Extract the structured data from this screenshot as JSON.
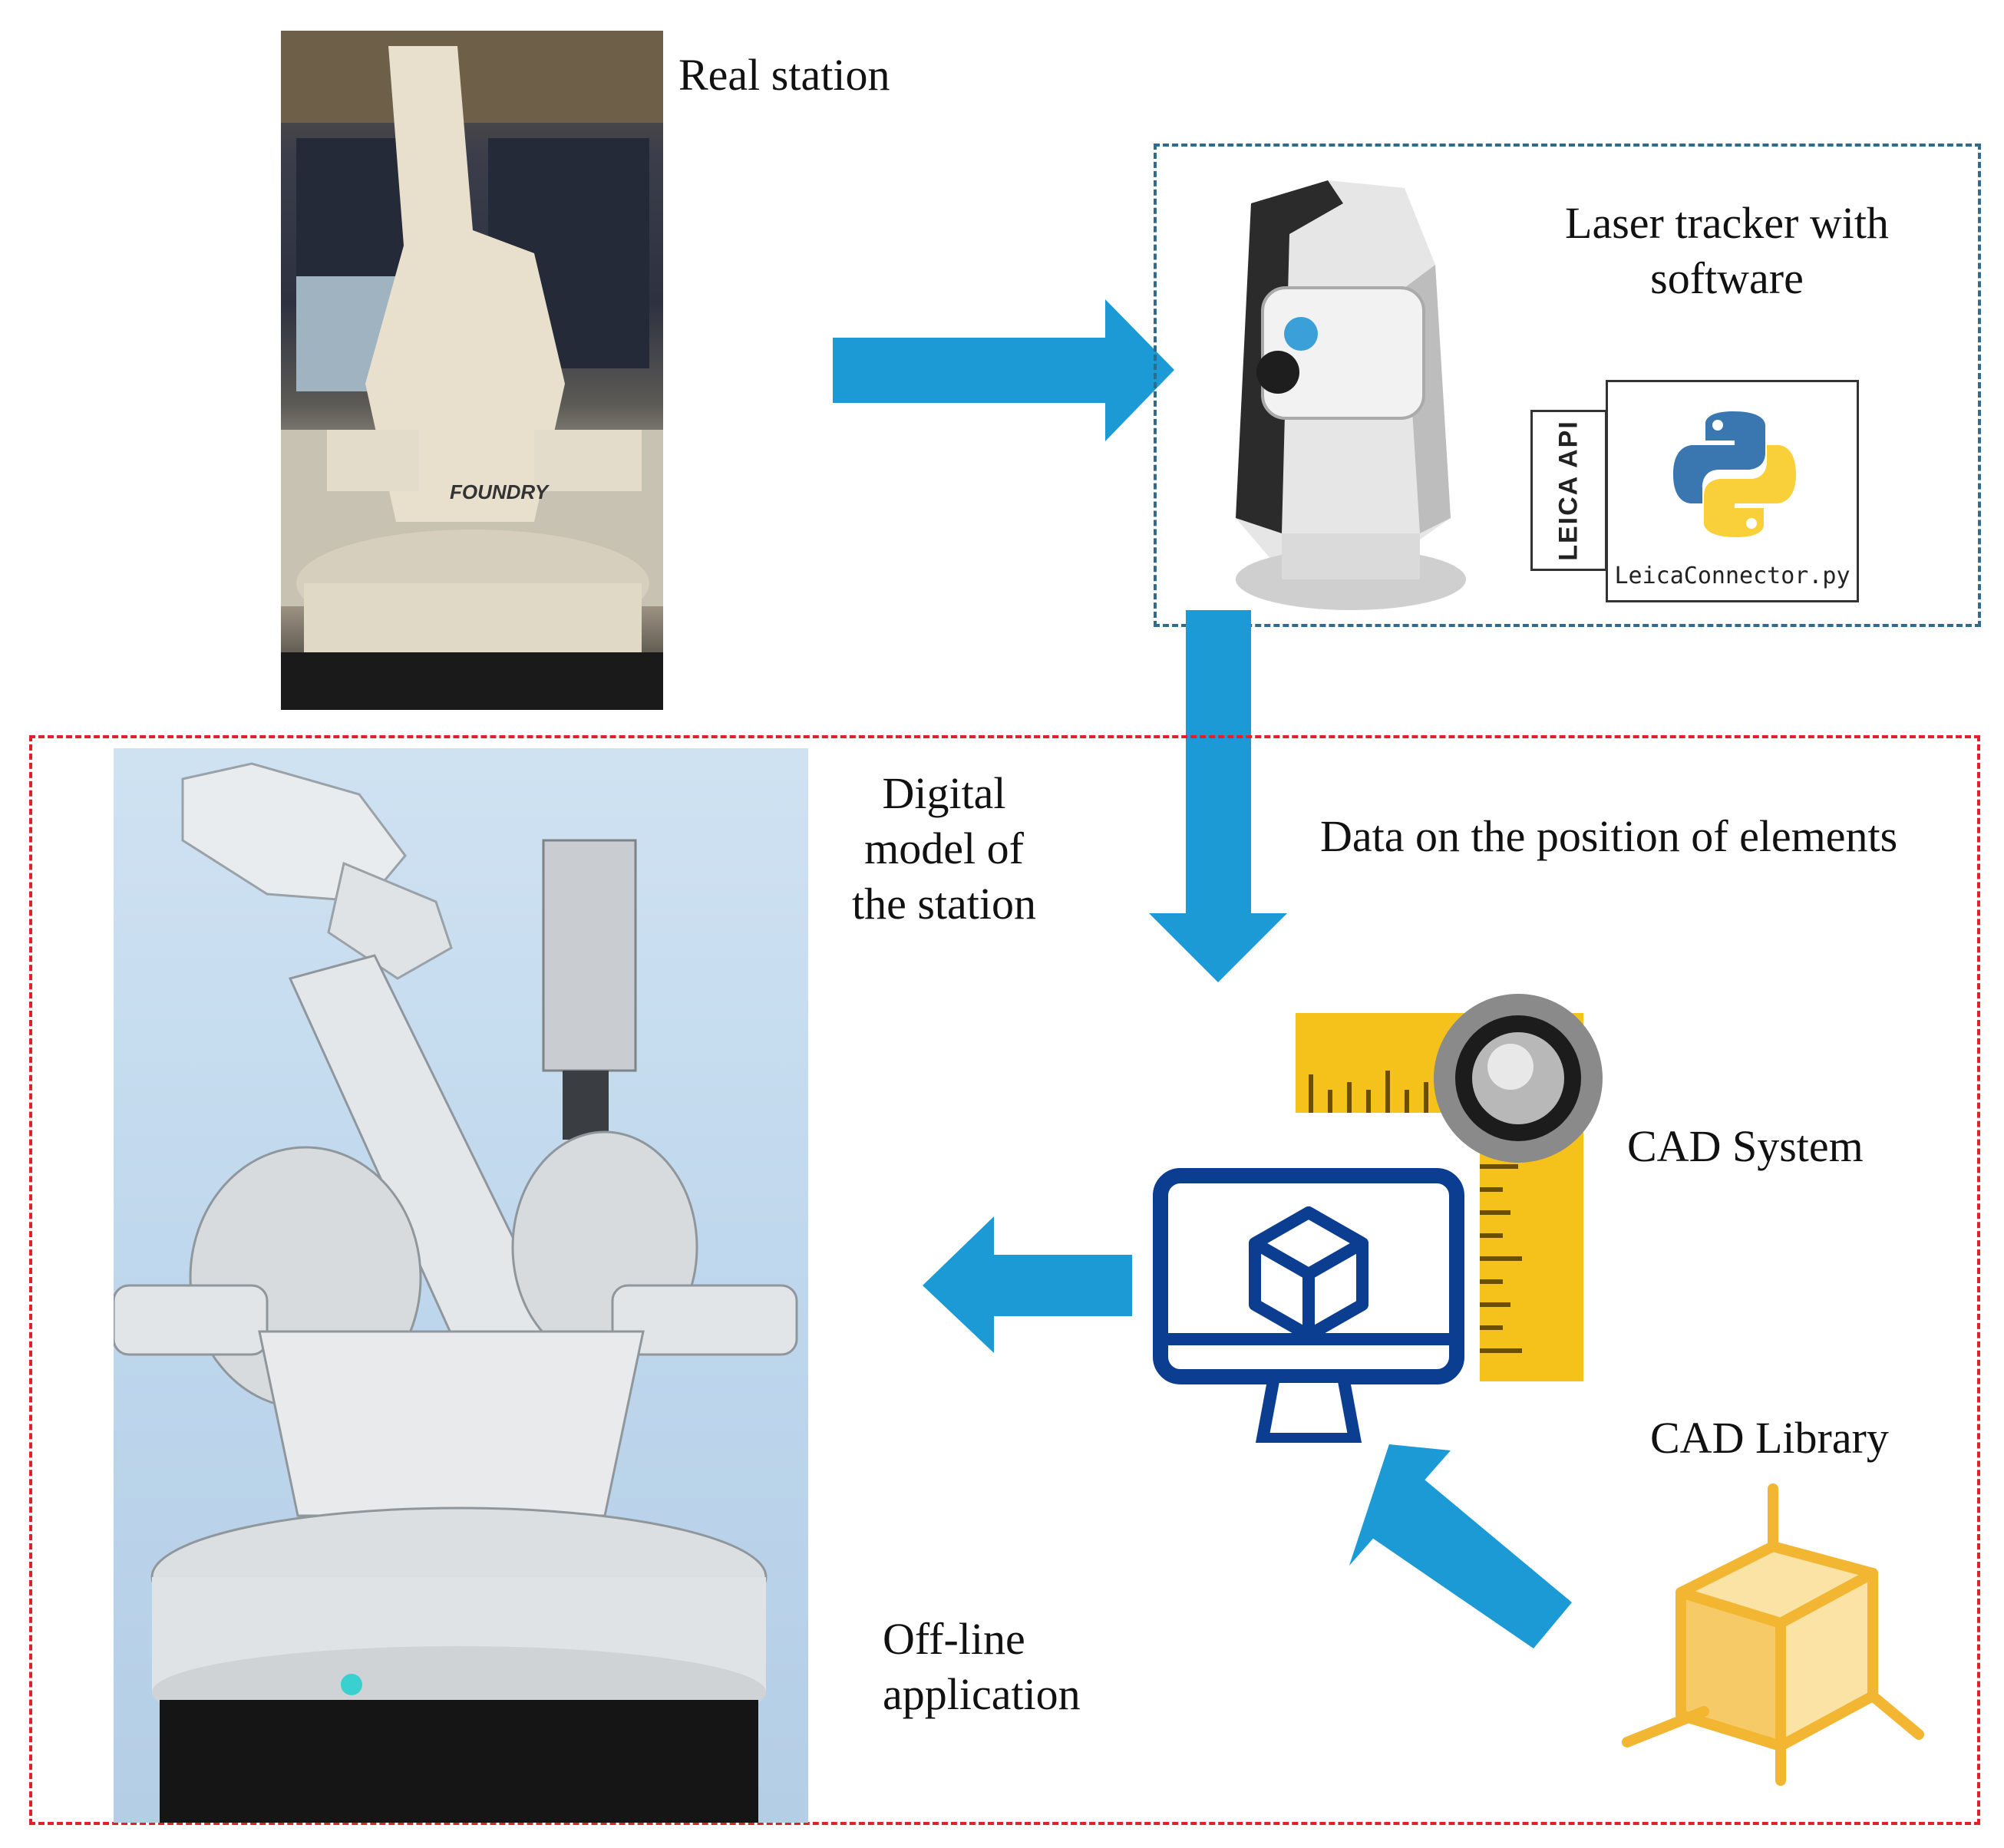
{
  "labels": {
    "real_station": "Real station",
    "laser_tracker_line1": "Laser tracker with",
    "laser_tracker_line2": "software",
    "leica_api": "LEICA API",
    "leica_connector": "LeicaConnector.py",
    "digital_model_line1": "Digital",
    "digital_model_line2": "model of",
    "digital_model_line3": "the station",
    "data_position": "Data on the position of elements",
    "cad_system": "CAD System",
    "cad_library": "CAD Library",
    "offline_line1": "Off-line",
    "offline_line2": "application",
    "robot_brand": "FOUNDRY"
  },
  "colors": {
    "arrow": "#1b9ad6",
    "blue_box": "#2f6b8c",
    "red_box": "#e0202a",
    "cad_monitor": "#0b3d91",
    "cad_library": "#f2b632",
    "ruler": "#f5c21b"
  }
}
